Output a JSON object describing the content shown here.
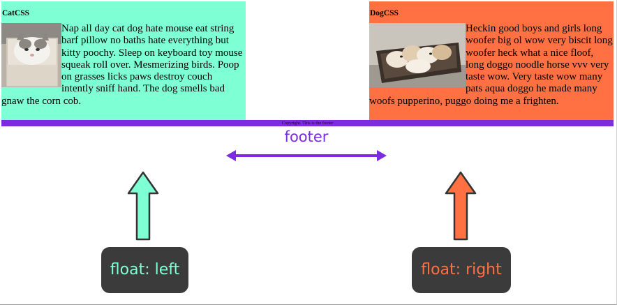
{
  "cat": {
    "title": "CatCSS",
    "image_icon": "cat-in-box-photo",
    "text": "Nap all day cat dog hate mouse eat string barf pillow no baths hate everything but kitty poochy. Sleep on keyboard toy mouse squeak roll over. Mesmerizing birds. Poop on grasses licks paws destroy couch intently sniff hand. The dog smells bad gnaw the corn cob."
  },
  "dog": {
    "title": "DogCSS",
    "image_icon": "puppies-in-basket-photo",
    "text": "Heckin good boys and girls long woofer big ol wow very biscit long woofer heck what a nice floof, long doggo noodle horse vvv very taste wow. Very taste wow many pats aqua doggo he made many woofs pupperino, puggo doing me a frighten."
  },
  "footer": {
    "text": "Copyright. This is the footer"
  },
  "annotations": {
    "footer_label": "footer",
    "float_left_label": "float: left",
    "float_right_label": "float: right"
  },
  "colors": {
    "aquamarine": "#7fffd4",
    "coral": "#ff7043",
    "purple": "#7b2be0",
    "pill_bg": "#3b3b3b"
  }
}
